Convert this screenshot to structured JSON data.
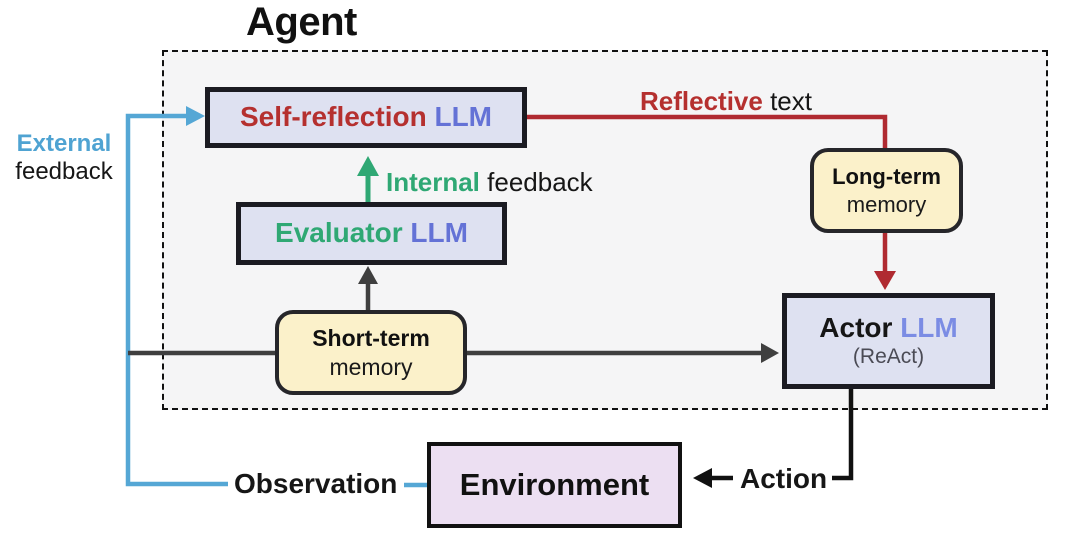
{
  "agent": {
    "title": "Agent"
  },
  "nodes": {
    "self_reflection": {
      "name": "Self-reflection",
      "type": "LLM"
    },
    "evaluator": {
      "name": "Evaluator",
      "type": "LLM"
    },
    "actor": {
      "name": "Actor",
      "type": "LLM",
      "subtitle": "(ReAct)"
    },
    "short_term_memory": {
      "line1": "Short-term",
      "line2": "memory"
    },
    "long_term_memory": {
      "line1": "Long-term",
      "line2": "memory"
    },
    "environment": {
      "label": "Environment"
    }
  },
  "labels": {
    "external_feedback": {
      "emphasis": "External",
      "rest": "feedback"
    },
    "internal_feedback": {
      "emphasis": "Internal",
      "rest": "feedback"
    },
    "reflective_text": {
      "emphasis": "Reflective",
      "rest": "text"
    },
    "observation": "Observation",
    "action": "Action"
  },
  "colors": {
    "red_accent": "#b5302f",
    "sky_blue_accent": "#4fa3d2",
    "green_accent": "#2fa874",
    "llm_purple": "#6472d6",
    "llm_purple_light": "#7b8ce4",
    "dark_line": "#3f3f3f",
    "llm_box_fill": "#dee1f1",
    "memory_box_fill": "#fbf1ca",
    "environment_box_fill": "#ecdff2",
    "agent_region_fill": "#f5f5f6"
  }
}
